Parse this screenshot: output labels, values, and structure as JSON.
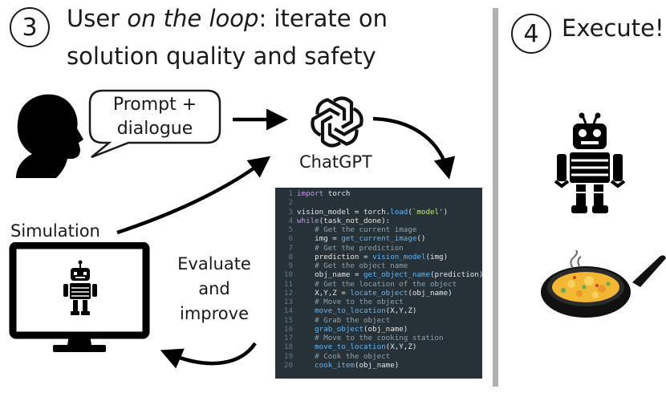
{
  "steps": {
    "loop": {
      "number": "3",
      "title_pre": "User ",
      "title_em": "on the loop",
      "title_post": ": iterate on",
      "title_line2": "solution quality and safety"
    },
    "execute": {
      "number": "4",
      "title": "Execute!"
    }
  },
  "bubble": {
    "line1": "Prompt +",
    "line2": "dialogue"
  },
  "chatgpt_label": "ChatGPT",
  "simulation_label": "Simulation",
  "evaluate": {
    "line1": "Evaluate",
    "line2": "and",
    "line3": "improve"
  },
  "code_lines": [
    {
      "n": "1",
      "indent": "",
      "parts": [
        {
          "t": "import",
          "c": "kw"
        },
        {
          "t": " torch",
          "c": "txt"
        }
      ]
    },
    {
      "n": "2",
      "indent": "",
      "parts": []
    },
    {
      "n": "3",
      "indent": "",
      "parts": [
        {
          "t": "vision_model = torch.",
          "c": "txt"
        },
        {
          "t": "load",
          "c": "fn"
        },
        {
          "t": "(",
          "c": "txt"
        },
        {
          "t": "`model'",
          "c": "st"
        },
        {
          "t": ")",
          "c": "txt"
        }
      ]
    },
    {
      "n": "4",
      "indent": "",
      "parts": [
        {
          "t": "while",
          "c": "kw"
        },
        {
          "t": "(task_not_done):",
          "c": "txt"
        }
      ]
    },
    {
      "n": "5",
      "indent": "    ",
      "parts": [
        {
          "t": "# Get the current image",
          "c": "cm"
        }
      ]
    },
    {
      "n": "6",
      "indent": "    ",
      "parts": [
        {
          "t": "img = ",
          "c": "txt"
        },
        {
          "t": "get_current_image",
          "c": "fn"
        },
        {
          "t": "()",
          "c": "txt"
        }
      ]
    },
    {
      "n": "7",
      "indent": "    ",
      "parts": [
        {
          "t": "# Get the prediction",
          "c": "cm"
        }
      ]
    },
    {
      "n": "8",
      "indent": "    ",
      "parts": [
        {
          "t": "prediction = ",
          "c": "txt"
        },
        {
          "t": "vision_model",
          "c": "fn"
        },
        {
          "t": "(img)",
          "c": "txt"
        }
      ]
    },
    {
      "n": "9",
      "indent": "    ",
      "parts": [
        {
          "t": "# Get the object name",
          "c": "cm"
        }
      ]
    },
    {
      "n": "10",
      "indent": "    ",
      "parts": [
        {
          "t": "obj_name = ",
          "c": "txt"
        },
        {
          "t": "get_object_name",
          "c": "fn"
        },
        {
          "t": "(prediction)",
          "c": "txt"
        }
      ]
    },
    {
      "n": "11",
      "indent": "    ",
      "parts": [
        {
          "t": "# Get the location of the object",
          "c": "cm"
        }
      ]
    },
    {
      "n": "12",
      "indent": "    ",
      "parts": [
        {
          "t": "X,Y,Z = ",
          "c": "txt"
        },
        {
          "t": "locate_object",
          "c": "fn"
        },
        {
          "t": "(obj_name)",
          "c": "txt"
        }
      ]
    },
    {
      "n": "13",
      "indent": "    ",
      "parts": [
        {
          "t": "# Move to the object",
          "c": "cm"
        }
      ]
    },
    {
      "n": "14",
      "indent": "    ",
      "parts": [
        {
          "t": "move_to_location",
          "c": "fn"
        },
        {
          "t": "(X,Y,Z)",
          "c": "txt"
        }
      ]
    },
    {
      "n": "15",
      "indent": "    ",
      "parts": [
        {
          "t": "# Grab the object",
          "c": "cm"
        }
      ]
    },
    {
      "n": "16",
      "indent": "    ",
      "parts": [
        {
          "t": "grab_object",
          "c": "fn"
        },
        {
          "t": "(obj_name)",
          "c": "txt"
        }
      ]
    },
    {
      "n": "17",
      "indent": "    ",
      "parts": [
        {
          "t": "# Move to the cooking station",
          "c": "cm"
        }
      ]
    },
    {
      "n": "18",
      "indent": "    ",
      "parts": [
        {
          "t": "move_to_location",
          "c": "fn"
        },
        {
          "t": "(X,Y,Z)",
          "c": "txt"
        }
      ]
    },
    {
      "n": "19",
      "indent": "    ",
      "parts": [
        {
          "t": "# Cook the object",
          "c": "cm"
        }
      ]
    },
    {
      "n": "20",
      "indent": "    ",
      "parts": [
        {
          "t": "cook_item",
          "c": "fn"
        },
        {
          "t": "(obj_name)",
          "c": "txt"
        }
      ]
    }
  ],
  "icons": {
    "user": "user-head-silhouette-icon",
    "chatgpt": "openai-logo-icon",
    "monitor": "monitor-icon",
    "robot_small": "robot-icon",
    "robot_large": "robot-icon",
    "pan": "frying-pan-omelette-icon"
  },
  "colors": {
    "code_bg": "#263238",
    "divider": "#b0b0b0",
    "text": "#1a1a1a"
  }
}
